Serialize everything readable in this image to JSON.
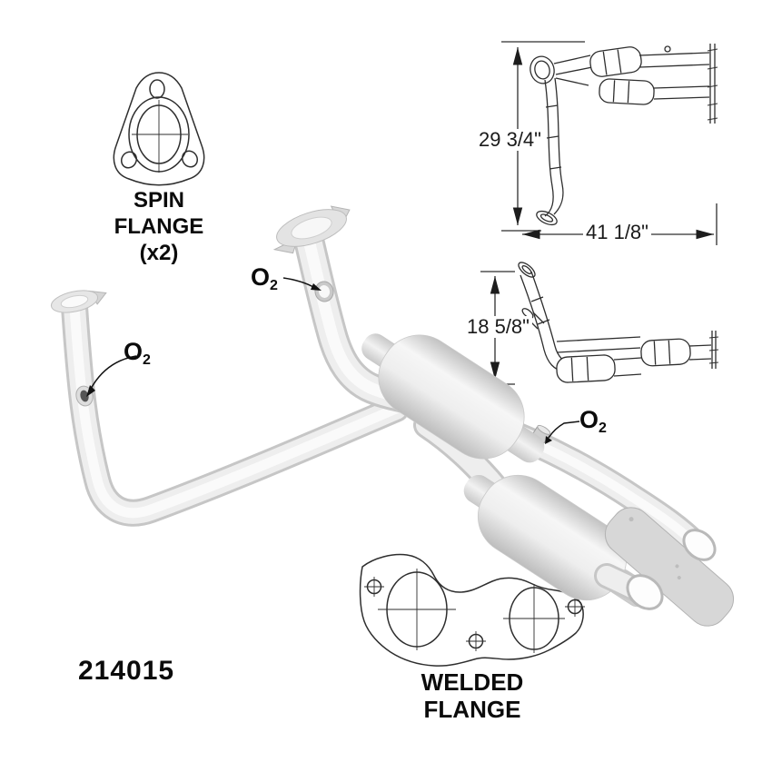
{
  "part_number": "214015",
  "spin_flange_label": {
    "line1": "SPIN",
    "line2": "FLANGE",
    "line3": "(x2)"
  },
  "welded_flange_label": {
    "line1": "WELDED",
    "line2": "FLANGE"
  },
  "o2_label": {
    "symbol": "O",
    "subscript": "2"
  },
  "dimensions": {
    "overall_height": "29 3/4\"",
    "overall_length": "41 1/8\"",
    "inlet_height": "18 5/8\""
  },
  "colors": {
    "background": "#ffffff",
    "line_art": "#2e2e2e",
    "text": "#0b0b0b",
    "pipe_light": "#f6f6f6",
    "pipe_shade": "#c6c6c6",
    "flange_plate": "#d7d7d7"
  }
}
